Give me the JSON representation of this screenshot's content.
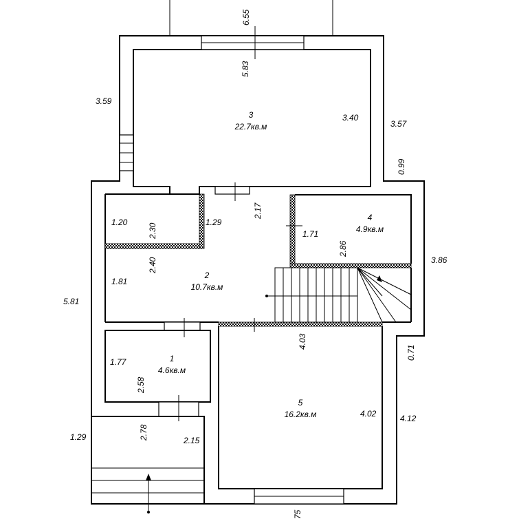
{
  "rooms": [
    {
      "number": "3",
      "area": "22.7кв.м"
    },
    {
      "number": "2",
      "area": "10.7кв.м"
    },
    {
      "number": "4",
      "area": "4.9кв.м"
    },
    {
      "number": "1",
      "area": "4.6кв.м"
    },
    {
      "number": "5",
      "area": "16.2кв.м"
    }
  ],
  "dimensions": {
    "top": "6.55",
    "room3_height": "5.83",
    "room3_width": "3.40",
    "left_upper": "3.59",
    "right_upper": "3.57",
    "right_step": "0.99",
    "corridor_upper": "1.20",
    "corridor_h": "2.30",
    "center_left": "1.29",
    "center_h": "2.17",
    "room4_door": "1.71",
    "room4_h": "2.86",
    "right_mid": "3.86",
    "hall_h": "2.40",
    "hall_w": "1.81",
    "left_total": "5.81",
    "room5_top": "4.03",
    "right_step2": "0.71",
    "room1_w": "1.77",
    "room1_h": "2.58",
    "room5_w": "4.02",
    "right_lower": "4.12",
    "porch_left": "1.29",
    "porch_h": "2.78",
    "porch_w": "2.15",
    "bottom_partial": "75"
  }
}
